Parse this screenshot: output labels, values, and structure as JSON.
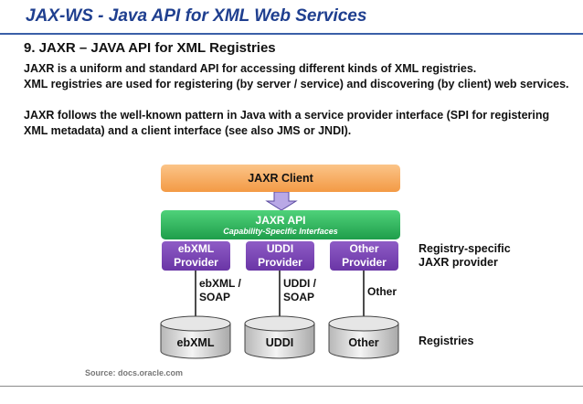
{
  "header": {
    "title": "JAX-WS -  Java API for XML Web Services"
  },
  "section": {
    "heading": "9. JAXR – JAVA API for XML Registries",
    "paragraphs": [
      "JAXR is a uniform and standard API for accessing different kinds of XML registries.",
      "XML registries are used for registering (by server / service) and discovering (by client) web services.",
      "JAXR follows the well-known pattern in Java with a service provider interface (SPI for registering XML metadata) and a client interface (see also JMS or JNDI)."
    ]
  },
  "diagram": {
    "client_label": "JAXR Client",
    "api_label": "JAXR API",
    "api_sublabel": "Capability-Specific Interfaces",
    "providers": [
      {
        "line1": "ebXML",
        "line2": "Provider"
      },
      {
        "line1": "UDDI",
        "line2": "Provider"
      },
      {
        "line1": "Other",
        "line2": "Provider"
      }
    ],
    "protocols": [
      {
        "line1": "ebXML /",
        "line2": "SOAP"
      },
      {
        "line1": "UDDI /",
        "line2": "SOAP"
      },
      {
        "line1": "Other",
        "line2": ""
      }
    ],
    "registries": [
      "ebXML",
      "UDDI",
      "Other"
    ],
    "registry_specific_line1": "Registry-specific",
    "registry_specific_line2": "JAXR provider",
    "registries_label": "Registries",
    "colors": {
      "client": "#f5a04f",
      "api": "#2fb25c",
      "provider": "#7a44b4",
      "title": "#1f3f8f",
      "arrow": "#b9a8e6"
    }
  },
  "footer": {
    "source": "Source: docs.oracle.com"
  }
}
